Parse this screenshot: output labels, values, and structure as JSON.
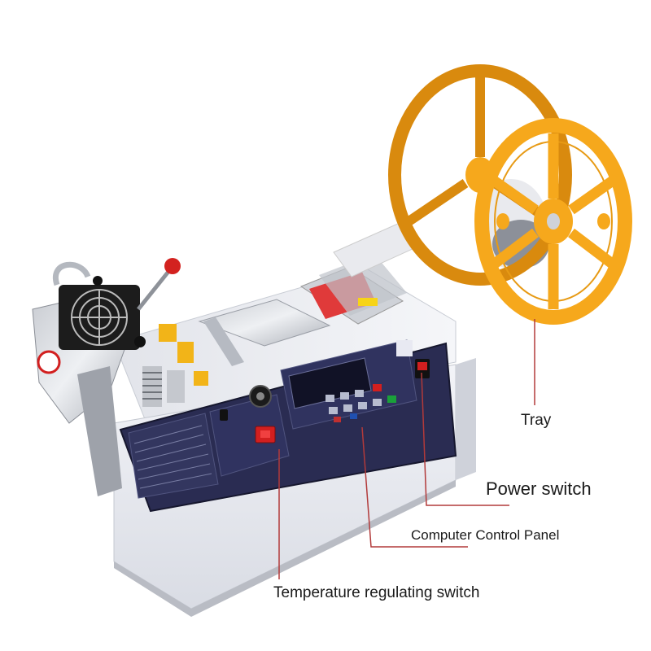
{
  "labels": {
    "tray": "Tray",
    "power_switch": "Power switch",
    "computer_control_panel": "Computer Control Panel",
    "temperature_switch": "Temperature regulating switch"
  },
  "colors": {
    "reel": "#F6A81C",
    "reel_dark": "#D98A0E",
    "leader_line": "#B23A3A",
    "panel": "#27284E",
    "machine_body": "#ECEEF3",
    "switch_red": "#D21F1F"
  }
}
